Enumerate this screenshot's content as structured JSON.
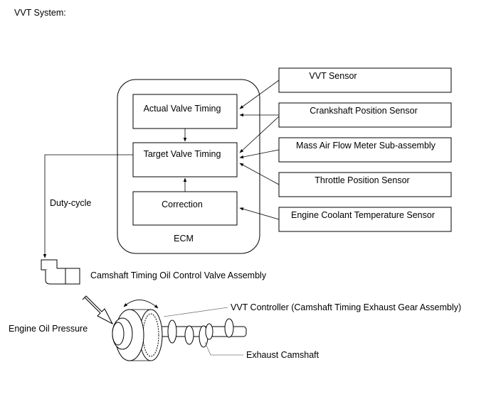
{
  "title": "VVT System:",
  "ecm": {
    "label": "ECM",
    "blocks": {
      "actual": "Actual Valve Timing",
      "target": "Target Valve Timing",
      "correction": "Correction"
    }
  },
  "sensors": {
    "vvt": "VVT Sensor",
    "crank": "Crankshaft Position Sensor",
    "maf": "Mass Air Flow Meter Sub-assembly",
    "throttle": "Throttle Position Sensor",
    "coolant": "Engine Coolant Temperature Sensor"
  },
  "labels": {
    "duty_cycle": "Duty-cycle",
    "ocv": "Camshaft Timing Oil Control Valve Assembly",
    "vvt_controller": "VVT Controller (Camshaft Timing Exhaust Gear Assembly)",
    "oil_pressure": "Engine Oil Pressure",
    "camshaft": "Exhaust Camshaft"
  }
}
